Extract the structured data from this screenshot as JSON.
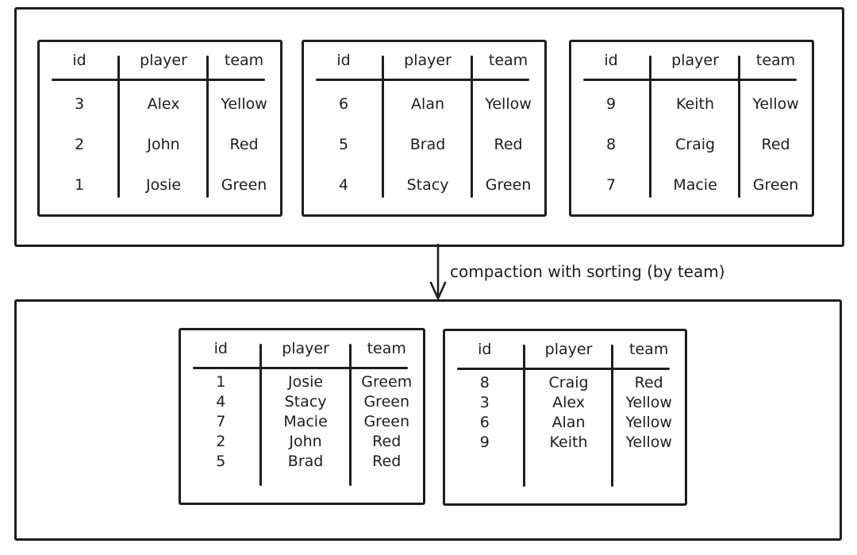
{
  "diagram": {
    "arrow_label": "compaction with sorting (by team)",
    "columns": [
      "id",
      "player",
      "team"
    ],
    "colors": {
      "stroke": "#1e1e1e",
      "background": "#ffffff"
    }
  },
  "top_tables": [
    {
      "rows": [
        {
          "id": "3",
          "player": "Alex",
          "team": "Yellow"
        },
        {
          "id": "2",
          "player": "John",
          "team": "Red"
        },
        {
          "id": "1",
          "player": "Josie",
          "team": "Green"
        }
      ]
    },
    {
      "rows": [
        {
          "id": "6",
          "player": "Alan",
          "team": "Yellow"
        },
        {
          "id": "5",
          "player": "Brad",
          "team": "Red"
        },
        {
          "id": "4",
          "player": "Stacy",
          "team": "Green"
        }
      ]
    },
    {
      "rows": [
        {
          "id": "9",
          "player": "Keith",
          "team": "Yellow"
        },
        {
          "id": "8",
          "player": "Craig",
          "team": "Red"
        },
        {
          "id": "7",
          "player": "Macie",
          "team": "Green"
        }
      ]
    }
  ],
  "bottom_tables": [
    {
      "rows": [
        {
          "id": "1",
          "player": "Josie",
          "team": "Greem"
        },
        {
          "id": "4",
          "player": "Stacy",
          "team": "Green"
        },
        {
          "id": "7",
          "player": "Macie",
          "team": "Green"
        },
        {
          "id": "2",
          "player": "John",
          "team": "Red"
        },
        {
          "id": "5",
          "player": "Brad",
          "team": "Red"
        }
      ]
    },
    {
      "rows": [
        {
          "id": "8",
          "player": "Craig",
          "team": "Red"
        },
        {
          "id": "3",
          "player": "Alex",
          "team": "Yellow"
        },
        {
          "id": "6",
          "player": "Alan",
          "team": "Yellow"
        },
        {
          "id": "9",
          "player": "Keith",
          "team": "Yellow"
        }
      ]
    }
  ]
}
